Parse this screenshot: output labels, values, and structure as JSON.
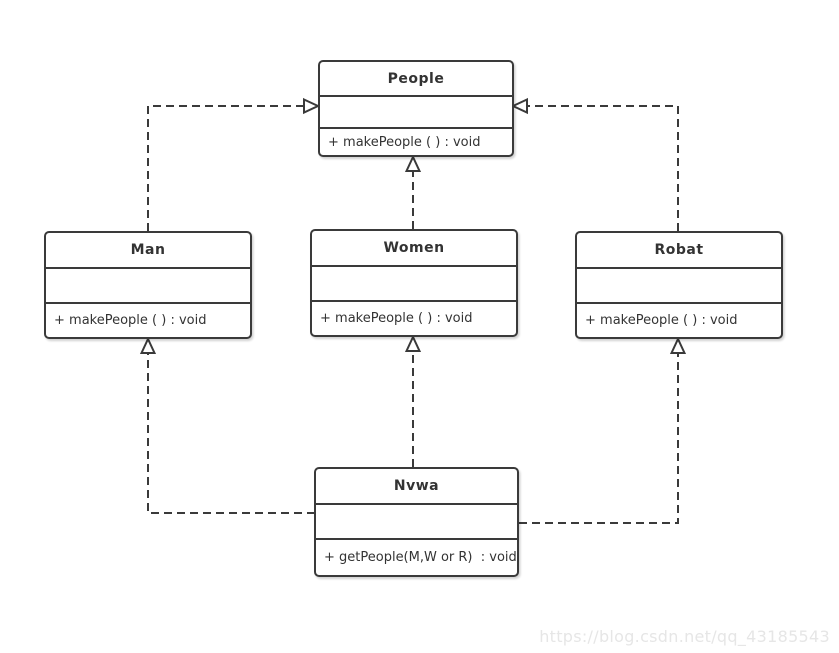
{
  "diagram": {
    "classes": [
      {
        "name": "People",
        "attributes": "",
        "method": "+ makePeople ( ) : void"
      },
      {
        "name": "Man",
        "attributes": "",
        "method": "+ makePeople ( ) : void"
      },
      {
        "name": "Women",
        "attributes": "",
        "method": "+ makePeople ( ) : void"
      },
      {
        "name": "Robat",
        "attributes": "",
        "method": "+ makePeople ( ) : void"
      },
      {
        "name": "Nvwa",
        "attributes": "",
        "method": "+ getPeople(M,W or R)  : void"
      }
    ],
    "relations": [
      {
        "from": "Man",
        "to": "People",
        "line": "dashed",
        "arrow": "hollow-triangle"
      },
      {
        "from": "Women",
        "to": "People",
        "line": "dashed",
        "arrow": "hollow-triangle"
      },
      {
        "from": "Robat",
        "to": "People",
        "line": "dashed",
        "arrow": "hollow-triangle"
      },
      {
        "from": "Nvwa",
        "to": "Man",
        "line": "dashed",
        "arrow": "hollow-triangle"
      },
      {
        "from": "Nvwa",
        "to": "Women",
        "line": "dashed",
        "arrow": "hollow-triangle"
      },
      {
        "from": "Nvwa",
        "to": "Robat",
        "line": "dashed",
        "arrow": "hollow-triangle"
      }
    ]
  },
  "watermark": "https://blog.csdn.net/qq_43185543",
  "colors": {
    "line": "#3a3a3a",
    "text": "#333333",
    "background": "#ffffff",
    "watermark": "#e6e6e6"
  }
}
